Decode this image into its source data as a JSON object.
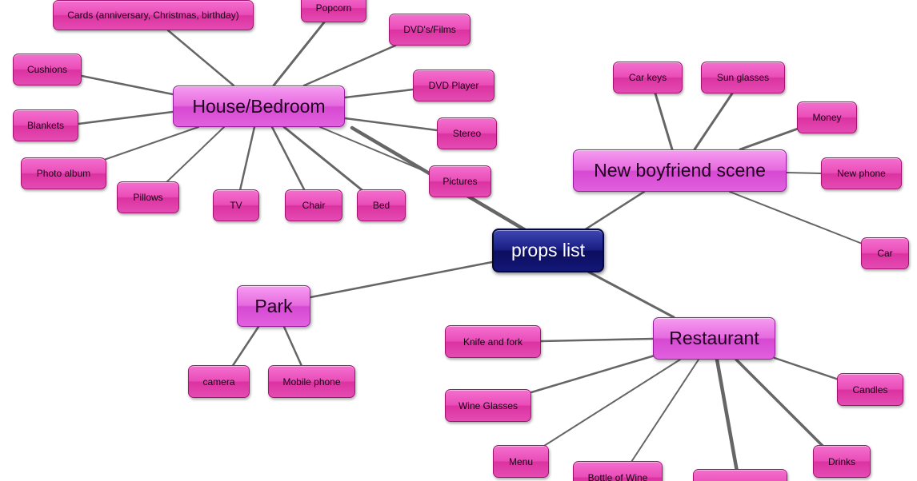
{
  "colors": {
    "leaf": "#e84fb6",
    "branch": "#e063dd",
    "root": "#141777",
    "edge": "#666666"
  },
  "root": {
    "label": "props list"
  },
  "branches": {
    "house_bedroom": {
      "label": "House/Bedroom",
      "leaves": {
        "cards": "Cards (anniversary, Christmas, birthday)",
        "popcorn": "Popcorn",
        "dvds_films": "DVD's/Films",
        "dvd_player": "DVD Player",
        "cushions": "Cushions",
        "blankets": "Blankets",
        "photo_album": "Photo album",
        "pillows": "Pillows",
        "tv": "TV",
        "chair": "Chair",
        "bed": "Bed",
        "stereo": "Stereo",
        "pictures": "Pictures"
      }
    },
    "new_boyfriend": {
      "label": "New boyfriend scene",
      "leaves": {
        "car_keys": "Car keys",
        "sun_glasses": "Sun glasses",
        "money": "Money",
        "new_phone": "New phone",
        "car": "Car"
      }
    },
    "park": {
      "label": "Park",
      "leaves": {
        "camera": "camera",
        "mobile_phone": "Mobile phone"
      }
    },
    "restaurant": {
      "label": "Restaurant",
      "leaves": {
        "knife_fork": "Knife and fork",
        "wine_glasses": "Wine Glasses",
        "menu": "Menu",
        "bottle_of_wine": "Bottle of Wine",
        "cutoff": "",
        "drinks": "Drinks",
        "candles": "Candles"
      }
    }
  }
}
